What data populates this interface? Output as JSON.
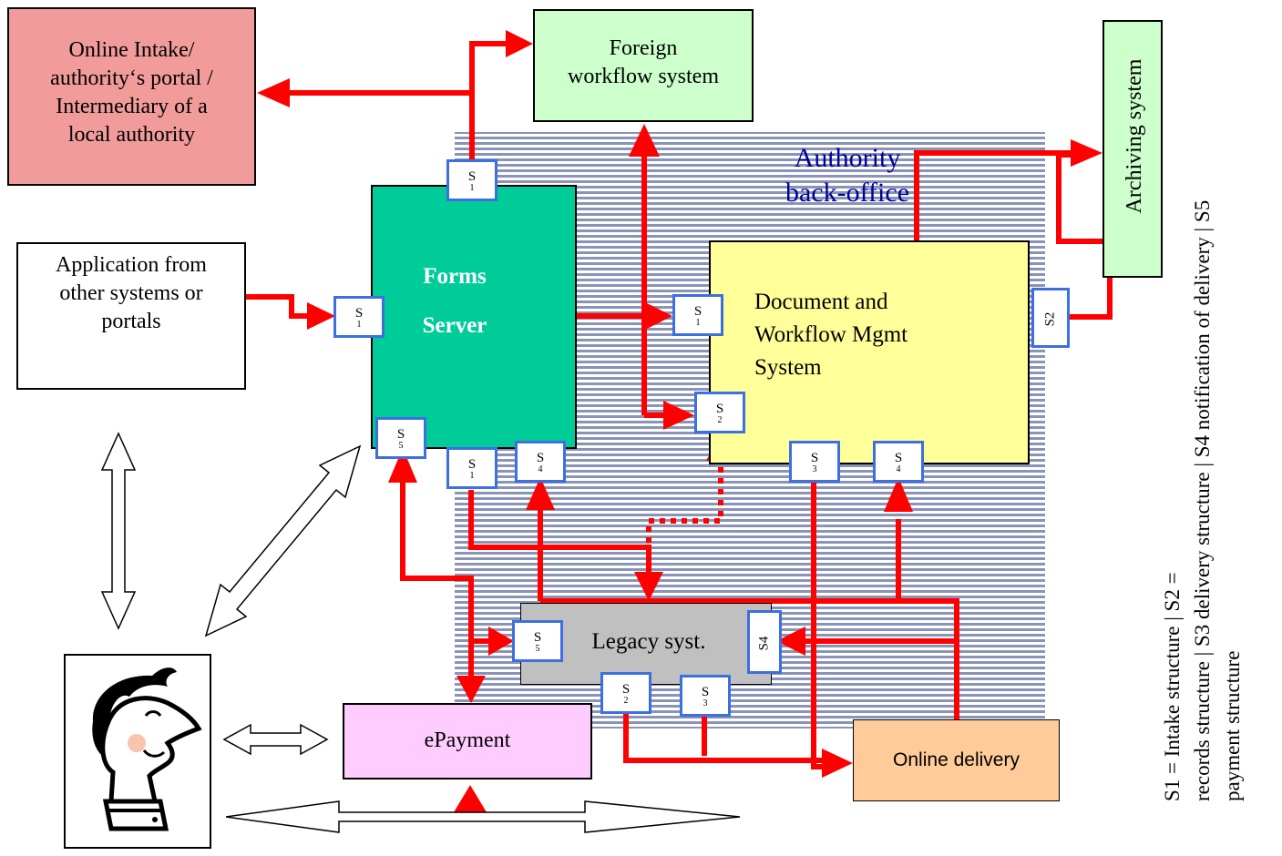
{
  "boxes": {
    "online_intake": [
      "Online Intake/",
      "authority‘s portal /",
      "Intermediary of a",
      "local authority"
    ],
    "foreign_workflow": [
      "Foreign",
      "workflow system"
    ],
    "archiving": "Archiving system",
    "authority": [
      "Authority",
      "back-office"
    ],
    "application": [
      "Application from",
      "other systems or",
      "portals"
    ],
    "forms_server": [
      "Forms",
      "Server"
    ],
    "dms": [
      "Document and",
      "Workflow Mgmt",
      "System"
    ],
    "legacy": "Legacy syst.",
    "epayment": "ePayment",
    "online_delivery": "Online delivery"
  },
  "ports": {
    "s1_top": [
      "S",
      "1"
    ],
    "s1_left": [
      "S",
      "1"
    ],
    "s1_dms": [
      "S",
      "1"
    ],
    "s2_dms": [
      "S",
      "2"
    ],
    "s2_archive": "S2",
    "s5_forms": [
      "S",
      "5"
    ],
    "s1_forms_bottom": [
      "S",
      "1"
    ],
    "s4_forms_bottom": [
      "S",
      "4"
    ],
    "s3_dms": [
      "S",
      "3"
    ],
    "s4_dms": [
      "S",
      "4"
    ],
    "s5_legacy": [
      "S",
      "5"
    ],
    "s4_legacy": "S4",
    "s2_legacy": [
      "S",
      "2"
    ],
    "s3_legacy": [
      "S",
      "3"
    ]
  },
  "legend": [
    "S1 = Intake structure | S2 =",
    "records structure | S3 delivery structure | S4 notification of delivery | S5",
    "payment structure"
  ],
  "colors": {
    "flow_arrow": "#ff0000",
    "port_border": "#3c6fe0",
    "intake_fill": "#f29b9b",
    "foreign_fill": "#ccffcc",
    "forms_fill": "#00cc99",
    "dms_fill": "#ffff99",
    "legacy_fill": "#c0c0c0",
    "epayment_fill": "#ffccff",
    "delivery_fill": "#ffcc99",
    "authority_text": "#000099"
  }
}
